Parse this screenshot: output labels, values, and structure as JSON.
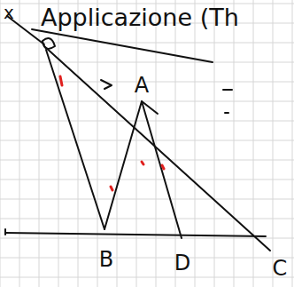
{
  "diagram": {
    "title": "Applicazione (Th",
    "labels": [
      "x",
      "A",
      "B",
      "D",
      "C"
    ]
  }
}
